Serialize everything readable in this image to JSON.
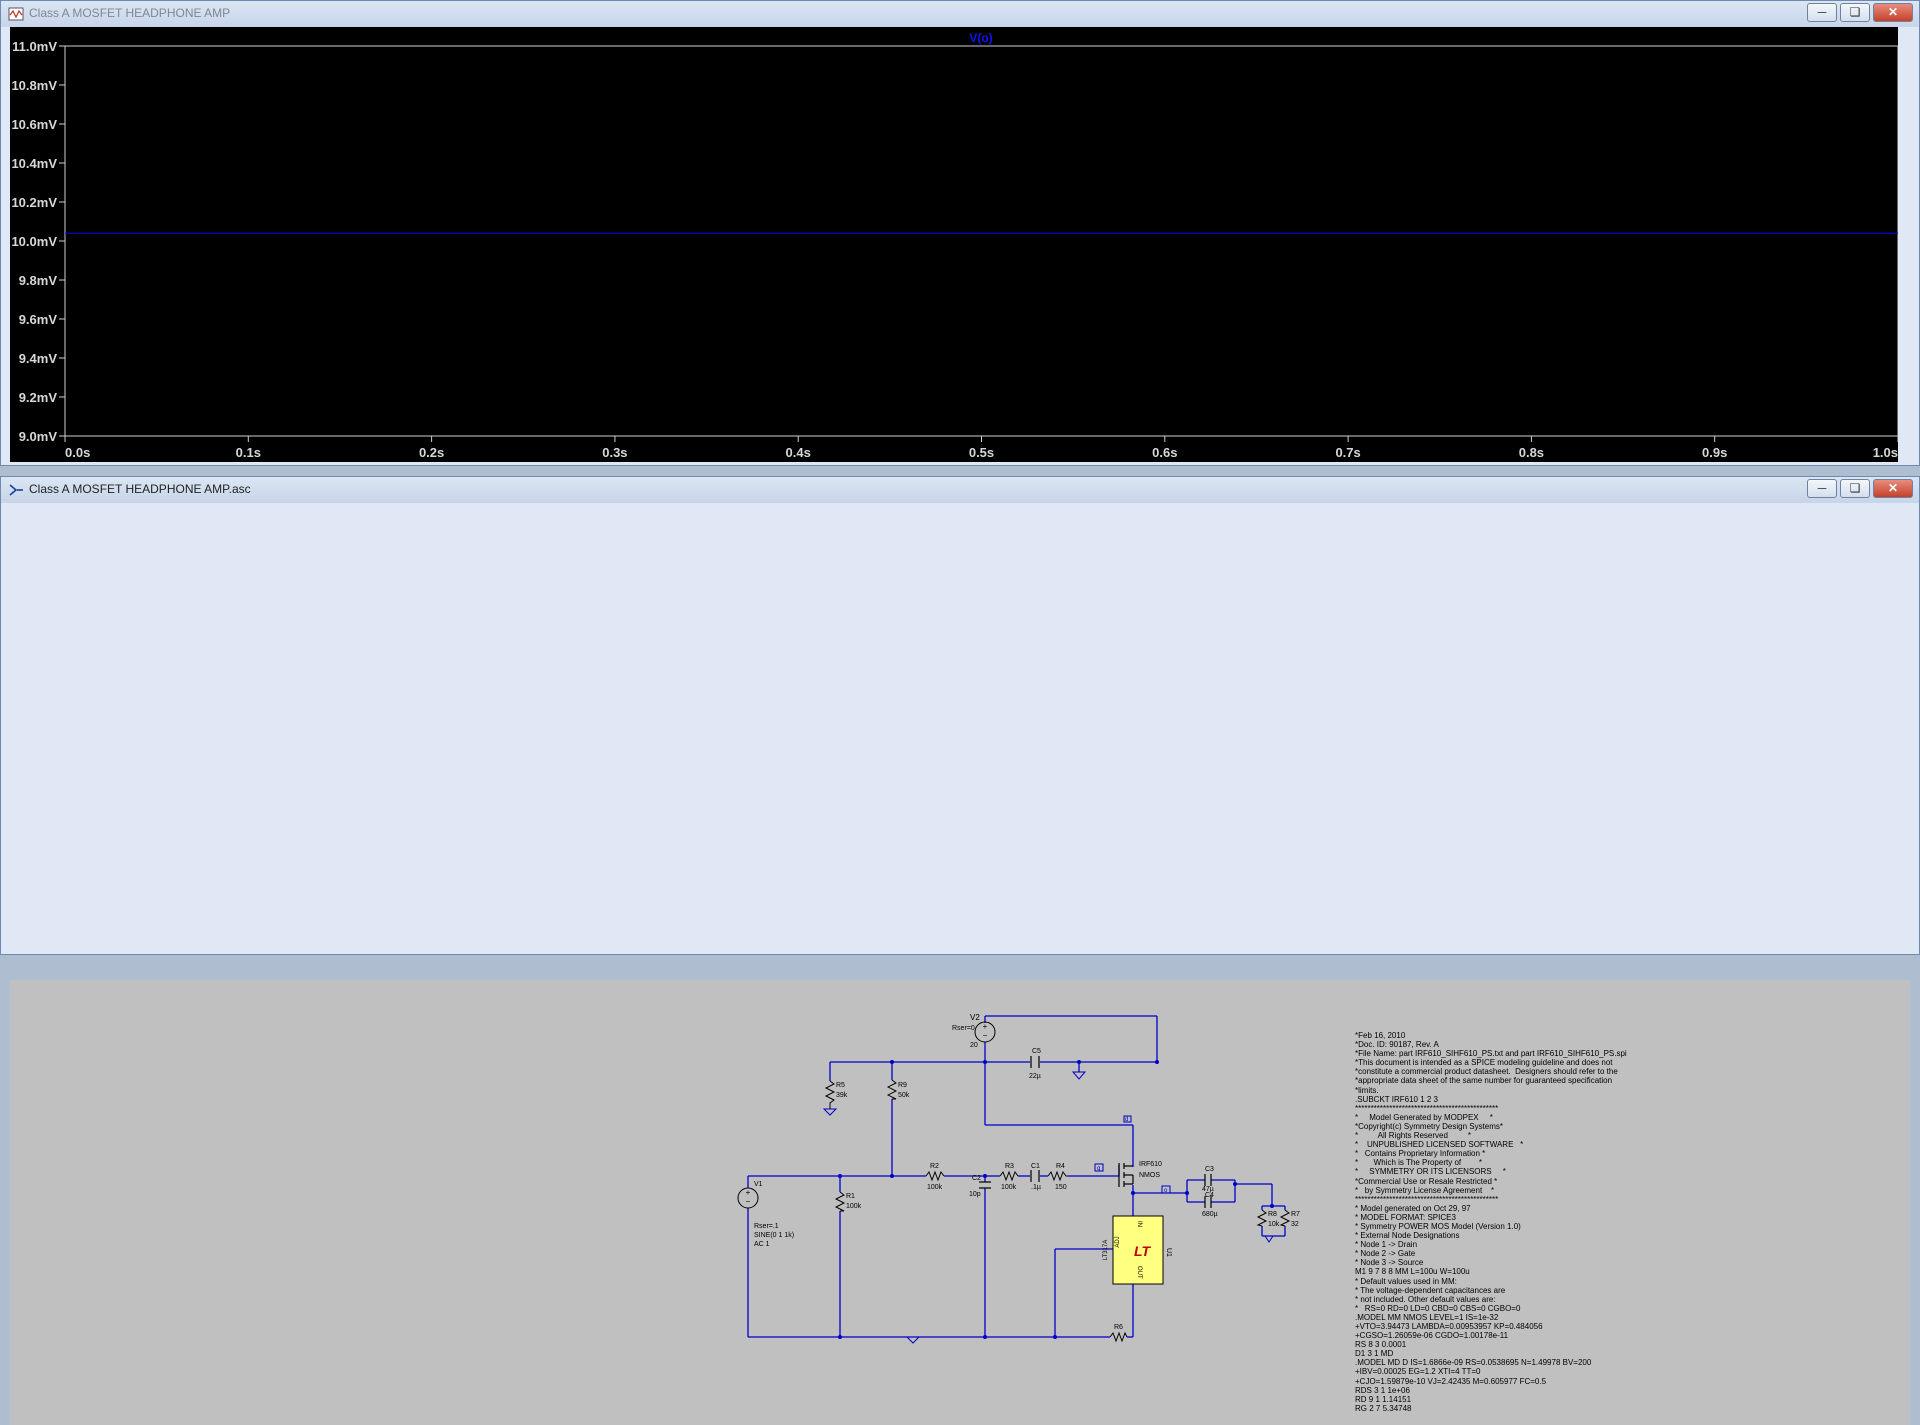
{
  "waveform_window": {
    "title": "Class A MOSFET HEADPHONE AMP",
    "trace_label": "V(o)",
    "trace_color": "#0000ff",
    "y_ticks": [
      "11.0mV",
      "10.8mV",
      "10.6mV",
      "10.4mV",
      "10.2mV",
      "10.0mV",
      "9.8mV",
      "9.6mV",
      "9.4mV",
      "9.2mV",
      "9.0mV"
    ],
    "x_ticks": [
      "0.0s",
      "0.1s",
      "0.2s",
      "0.3s",
      "0.4s",
      "0.5s",
      "0.6s",
      "0.7s",
      "0.8s",
      "0.9s",
      "1.0s"
    ]
  },
  "chart_data": {
    "type": "line",
    "series": [
      {
        "name": "V(o)",
        "x": [
          0.0,
          1.0
        ],
        "y": [
          10.04,
          10.04
        ]
      }
    ],
    "xlim": [
      0,
      1.0
    ],
    "ylim": [
      9.0,
      11.0
    ],
    "x_unit": "s",
    "y_unit": "mV",
    "background": "#000000",
    "grid": false
  },
  "schematic_window": {
    "title": "Class A MOSFET HEADPHONE AMP.asc",
    "wire_color": "#0000c8",
    "components": {
      "v2": {
        "name": "V2",
        "rser": "Rser=0",
        "value": "20"
      },
      "c5": {
        "name": "C5",
        "value": "22µ"
      },
      "r5": {
        "name": "R5",
        "value": "39k"
      },
      "r9": {
        "name": "R9",
        "value": "50k"
      },
      "v1": {
        "name": "V1",
        "rser": "Rser=.1",
        "sine": "SINE(0 1 1k)",
        "ac": "AC 1"
      },
      "r1": {
        "name": "R1",
        "value": "100k"
      },
      "r2": {
        "name": "R2",
        "value": "100k"
      },
      "c2": {
        "name": "C2",
        "value": "10p"
      },
      "r3": {
        "name": "R3",
        "value": "100k"
      },
      "c1": {
        "name": "C1",
        "value": ".1µ"
      },
      "r4": {
        "name": "R4",
        "value": "150"
      },
      "m1": {
        "name": "IRF610",
        "type": "NMOS"
      },
      "c3": {
        "name": "C3",
        "value": "47µ"
      },
      "c4": {
        "name": "C4",
        "value": "680µ"
      },
      "r8": {
        "name": "R8",
        "value": "10k"
      },
      "r7": {
        "name": "R7",
        "value": "32"
      },
      "u1": {
        "name": "U1",
        "part": "LT317A",
        "pin_in": "IN",
        "pin_adj": "ADJ",
        "pin_out": "OUT"
      },
      "r6": {
        "name": "R6"
      }
    },
    "net_labels": {
      "d": "d",
      "g": "g",
      "o": "o"
    },
    "spice_text": [
      "*Feb 16, 2010",
      "*Doc. ID: 90187, Rev. A",
      "*File Name: part IRF610_SIHF610_PS.txt and part IRF610_SIHF610_PS.spi",
      "*This document is intended as a SPICE modeling guideline and does not",
      "*constitute a commercial product datasheet.  Designers should refer to the",
      "*appropriate data sheet of the same number for guaranteed specification",
      "*limits.",
      ".SUBCKT IRF610 1 2 3",
      "**********************************************",
      "*     Model Generated by MODPEX     *",
      "*Copyright(c) Symmetry Design Systems*",
      "*         All Rights Reserved         *",
      "*    UNPUBLISHED LICENSED SOFTWARE   *",
      "*   Contains Proprietary Information *",
      "*       Which is The Property of        *",
      "*     SYMMETRY OR ITS LICENSORS     *",
      "*Commercial Use or Resale Restricted *",
      "*   by Symmetry License Agreement    *",
      "**********************************************",
      "* Model generated on Oct 29, 97",
      "* MODEL FORMAT: SPICE3",
      "* Symmetry POWER MOS Model (Version 1.0)",
      "* External Node Designations",
      "* Node 1 -> Drain",
      "* Node 2 -> Gate",
      "* Node 3 -> Source",
      "M1 9 7 8 8 MM L=100u W=100u",
      "* Default values used in MM:",
      "* The voltage-dependent capacitances are",
      "* not included. Other default values are:",
      "*   RS=0 RD=0 LD=0 CBD=0 CBS=0 CGBO=0",
      ".MODEL MM NMOS LEVEL=1 IS=1e-32",
      "+VTO=3.94473 LAMBDA=0.00953957 KP=0.484056",
      "+CGSO=1.26059e-06 CGDO=1.00178e-11",
      "RS 8 3 0.0001",
      "D1 3 1 MD",
      ".MODEL MD D IS=1.6866e-09 RS=0.0538695 N=1.49978 BV=200",
      "+IBV=0.00025 EG=1.2 XTI=4 TT=0",
      "+CJO=1.59879e-10 VJ=2.42435 M=0.605977 FC=0.5",
      "RDS 3 1 1e+06",
      "RD 9 1 1.14151",
      "RG 2 7 5.34748"
    ]
  }
}
